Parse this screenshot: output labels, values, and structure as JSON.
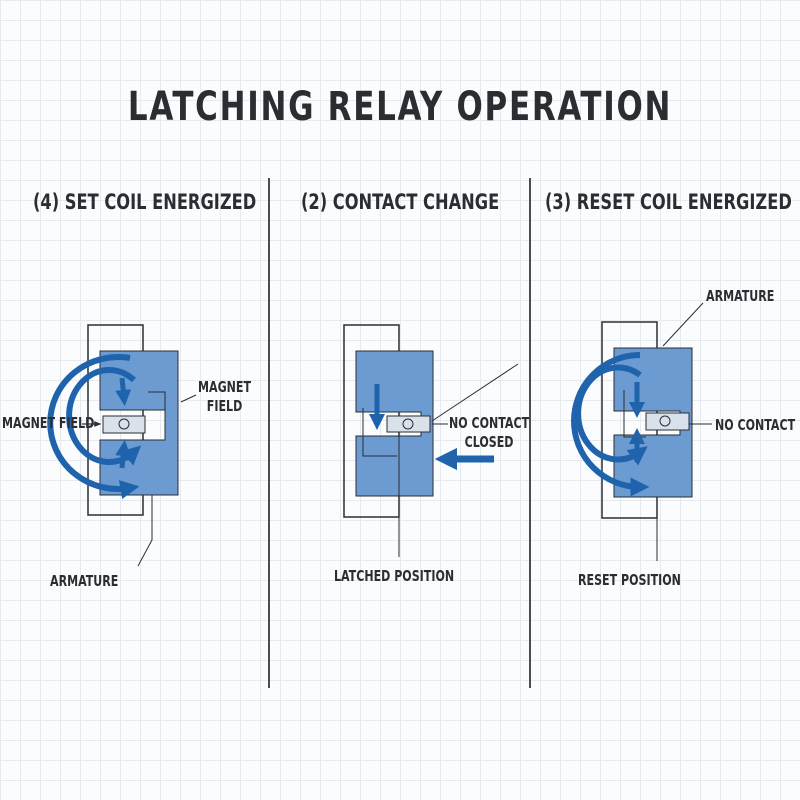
{
  "title": "LATCHING RELAY OPERATION",
  "panels": [
    {
      "heading": "(4) SET COIL ENERGIZED",
      "labels": {
        "magnet_field_right": "MAGNET\nFIELD",
        "magnet_field_left": "MAGNET FIELD",
        "bottom": "ARMATURE"
      }
    },
    {
      "heading": "(2) CONTACT CHANGE",
      "labels": {
        "contact": "NO CONTACT\nCLOSED",
        "bottom": "LATCHED POSITION"
      }
    },
    {
      "heading": "(3) RESET COIL ENERGIZED",
      "labels": {
        "top": "ARMATURE",
        "contact": "NO CONTACT",
        "bottom": "RESET POSITION"
      }
    }
  ],
  "colors": {
    "core_fill": "#6b9bd1",
    "flux_arrow": "#1f63ad",
    "contact_fill": "#d9e2ea",
    "outline": "#2a2e33"
  }
}
